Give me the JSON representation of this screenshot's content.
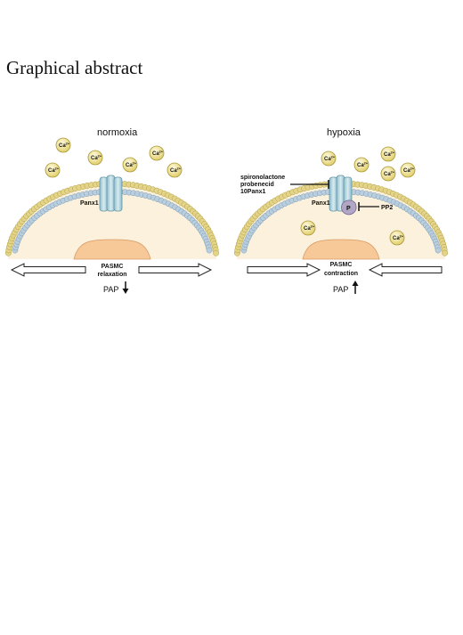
{
  "page": {
    "heading": "Graphical abstract"
  },
  "panels": [
    {
      "condition": "normoxia",
      "channel_label": "Panx1",
      "cell_label_line1": "PASMC",
      "cell_label_line2": "relaxation",
      "pap_label": "PAP",
      "pap_direction": "down",
      "ions": [
        "Ca2+",
        "Ca2+",
        "Ca2+",
        "Ca2+",
        "Ca2+",
        "Ca2+"
      ]
    },
    {
      "condition": "hypoxia",
      "channel_label": "Panx1",
      "inhibitors": [
        "spironolactone",
        "probenecid",
        "10Panx1"
      ],
      "phospho_label": "P",
      "kinase_inhibitor": "PP2",
      "cell_label_line1": "PASMC",
      "cell_label_line2": "contraction",
      "pap_label": "PAP",
      "pap_direction": "up",
      "ions_outside": [
        "Ca2+",
        "Ca2+",
        "Ca2+",
        "Ca2+",
        "Ca2+"
      ],
      "ions_inside": [
        "Ca2+",
        "Ca2+"
      ]
    }
  ],
  "colors": {
    "ion_fill": "#ecdd86",
    "ion_stroke": "#a8983a",
    "membrane_outer_bead": "#e3d489",
    "membrane_inner_bead": "#b9cede",
    "cytoplasm": "#fcf1dc",
    "nucleus": "#f7c898",
    "channel": "#b3d5df",
    "phospho": "#b1a6c4"
  }
}
